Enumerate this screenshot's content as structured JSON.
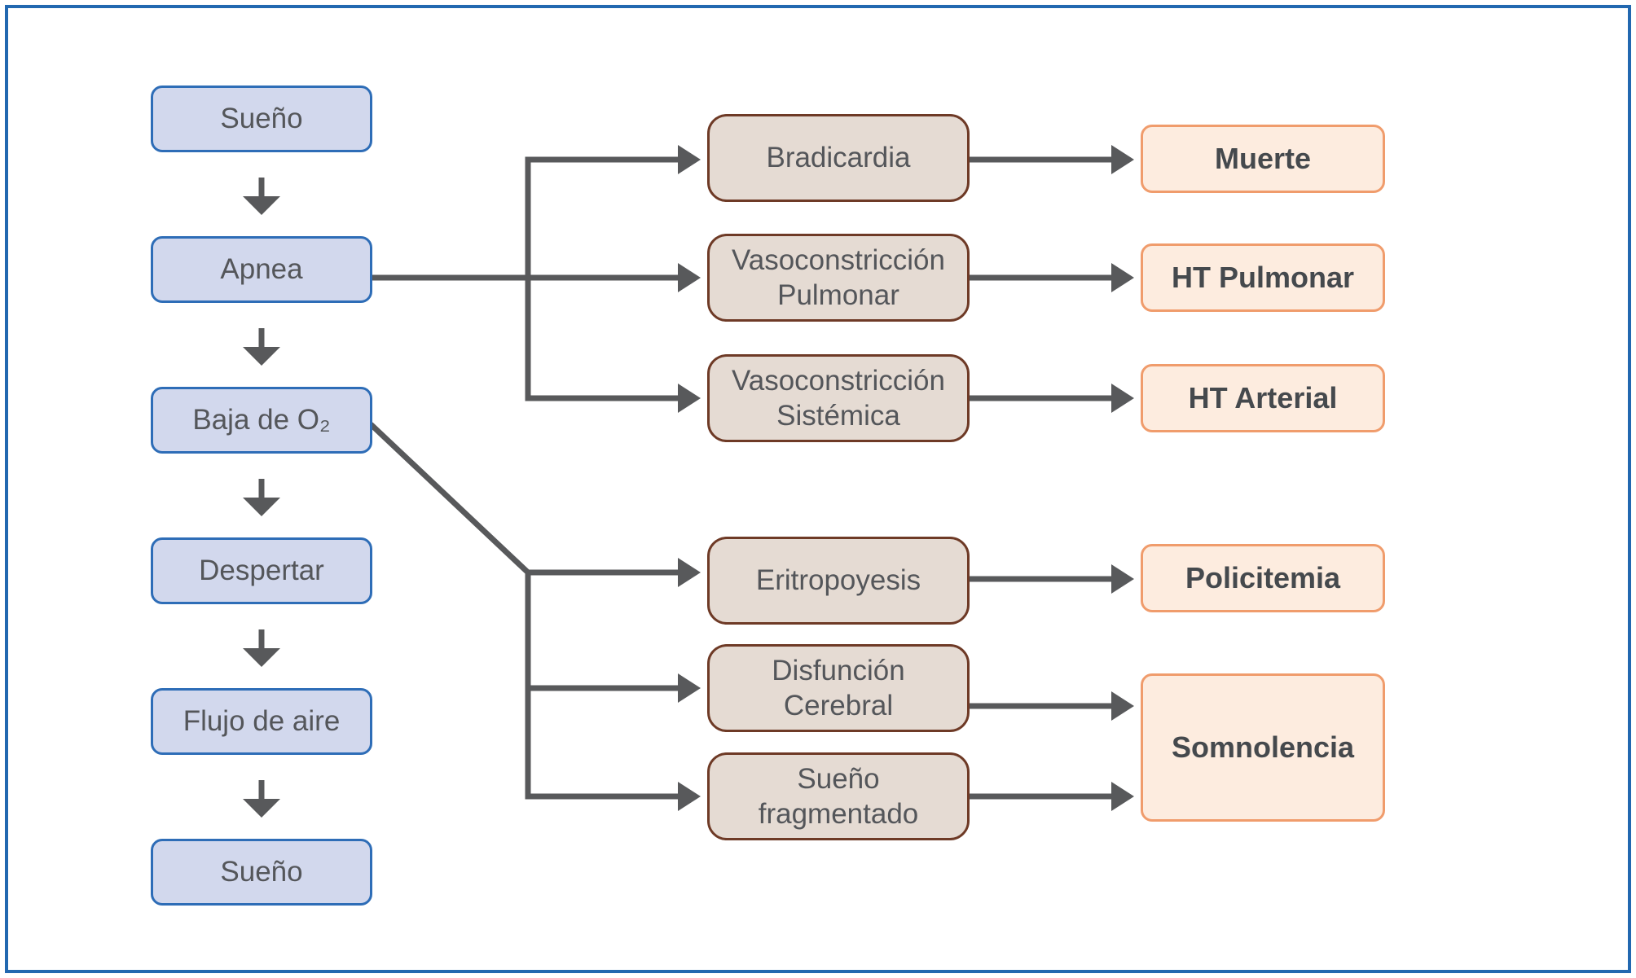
{
  "nodes": {
    "sueno_top": {
      "label": "Sueño"
    },
    "apnea": {
      "label": "Apnea"
    },
    "baja_o2": {
      "label": "Baja de O₂"
    },
    "despertar": {
      "label": "Despertar"
    },
    "flujo_de_aire": {
      "label": "Flujo de aire"
    },
    "sueno_bottom": {
      "label": "Sueño"
    },
    "bradicardia": {
      "label": "Bradicardia"
    },
    "vasoconstriccion_pulmonar": {
      "label": "Vasoconstricción\nPulmonar"
    },
    "vasoconstriccion_sistemica": {
      "label": "Vasoconstricción\nSistémica"
    },
    "eritropoyesis": {
      "label": "Eritropoyesis"
    },
    "disfuncion_cerebral": {
      "label": "Disfunción\nCerebral"
    },
    "sueno_fragmentado": {
      "label": "Sueño\nfragmentado"
    },
    "muerte": {
      "label": "Muerte"
    },
    "ht_pulmonar": {
      "label": "HT Pulmonar"
    },
    "ht_arterial": {
      "label": "HT Arterial"
    },
    "policitemia": {
      "label": "Policitemia"
    },
    "somnolencia": {
      "label": "Somnolencia"
    }
  },
  "edges": [
    {
      "from": "sueno_top",
      "to": "apnea"
    },
    {
      "from": "apnea",
      "to": "baja_o2"
    },
    {
      "from": "baja_o2",
      "to": "despertar"
    },
    {
      "from": "despertar",
      "to": "flujo_de_aire"
    },
    {
      "from": "flujo_de_aire",
      "to": "sueno_bottom"
    },
    {
      "from": "apnea",
      "to": "bradicardia"
    },
    {
      "from": "apnea",
      "to": "vasoconstriccion_pulmonar"
    },
    {
      "from": "apnea",
      "to": "vasoconstriccion_sistemica"
    },
    {
      "from": "baja_o2",
      "to": "eritropoyesis"
    },
    {
      "from": "baja_o2",
      "to": "disfuncion_cerebral"
    },
    {
      "from": "baja_o2",
      "to": "sueno_fragmentado"
    },
    {
      "from": "bradicardia",
      "to": "muerte"
    },
    {
      "from": "vasoconstriccion_pulmonar",
      "to": "ht_pulmonar"
    },
    {
      "from": "vasoconstriccion_sistemica",
      "to": "ht_arterial"
    },
    {
      "from": "eritropoyesis",
      "to": "policitemia"
    },
    {
      "from": "disfuncion_cerebral",
      "to": "somnolencia"
    },
    {
      "from": "sueno_fragmentado",
      "to": "somnolencia"
    }
  ],
  "colors": {
    "frame": "#2268b0",
    "connector": "#58595b",
    "sequence_fill": "#d2d8ed",
    "sequence_border": "#2e6db7",
    "mechanism_fill": "#e5dbd3",
    "mechanism_border": "#6e3a26",
    "outcome_fill": "#fdecdf",
    "outcome_border": "#f09c6c",
    "text": "#54565a"
  }
}
